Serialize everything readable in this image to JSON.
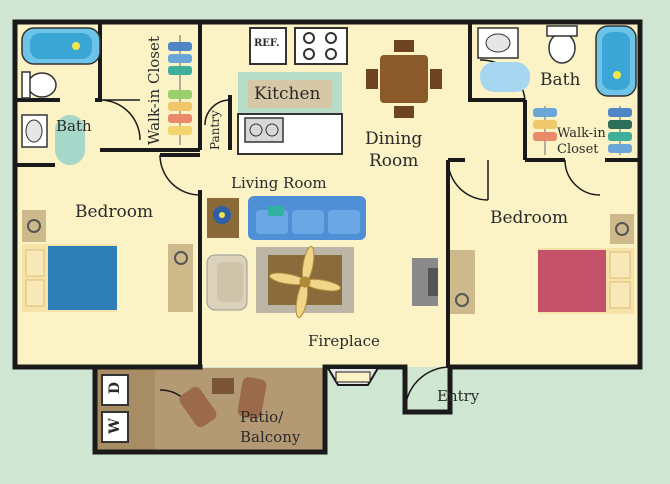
{
  "rooms": {
    "bath_left": "Bath",
    "walkin_left": "Walk-in Closet",
    "pantry": "Pantry",
    "kitchen": "Kitchen",
    "dining": "Dining\nRoom",
    "living": "Living Room",
    "bedroom_left": "Bedroom",
    "bath_right": "Bath",
    "walkin_right": "Walk-in\nCloset",
    "bedroom_right": "Bedroom",
    "fireplace": "Fireplace",
    "entry": "Entry",
    "patio": "Patio/\nBalcony"
  },
  "fixtures": {
    "refrigerator": "REF.",
    "dryer": "D",
    "washer": "W"
  },
  "colors": {
    "floor": "#fbf3c6",
    "background": "#cfe6d2",
    "wall": "#1a1a1a",
    "patio": "#b49a74",
    "blue_bed": "#2e7fb8",
    "red_bed": "#c4506a",
    "sofa": "#4f8fd6",
    "rug": "#8a6b3c",
    "wood": "#8b5a2b",
    "kitchen_panel": "#b7dcc8"
  }
}
